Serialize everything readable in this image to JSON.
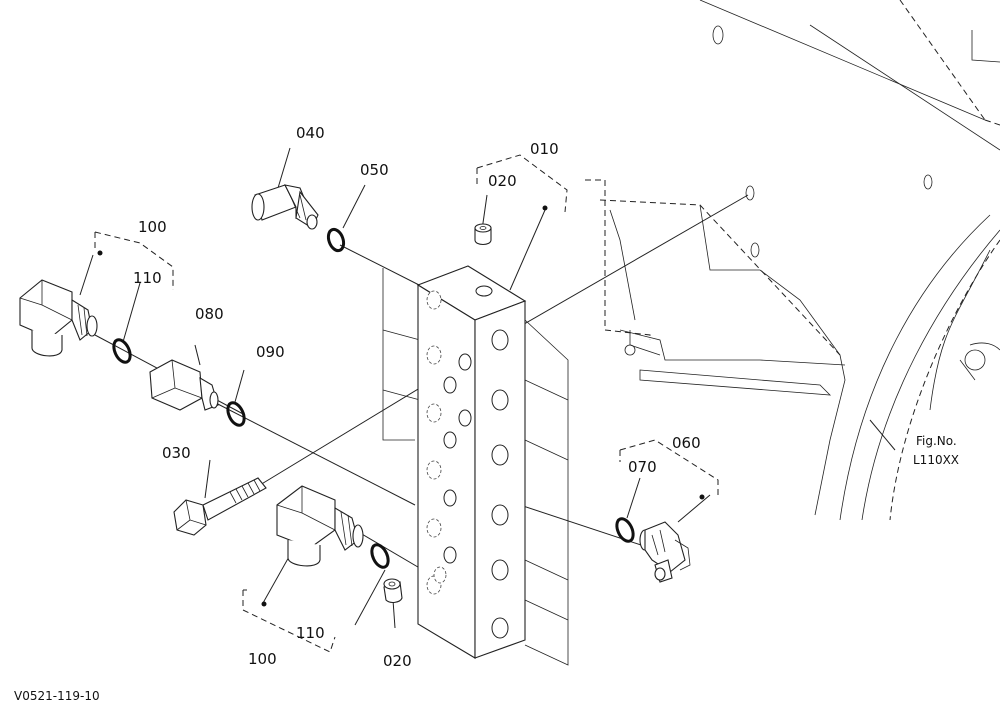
{
  "callouts": {
    "p010": "010",
    "p020_top": "020",
    "p020_bottom": "020",
    "p030": "030",
    "p040": "040",
    "p050": "050",
    "p060": "060",
    "p070": "070",
    "p080": "080",
    "p090": "090",
    "p100_top": "100",
    "p100_bottom": "100",
    "p110_top": "110",
    "p110_bottom": "110"
  },
  "figure": {
    "fig_label": "Fig.No.",
    "fig_number": "L110XX",
    "drawing_code": "V0521-119-10"
  }
}
